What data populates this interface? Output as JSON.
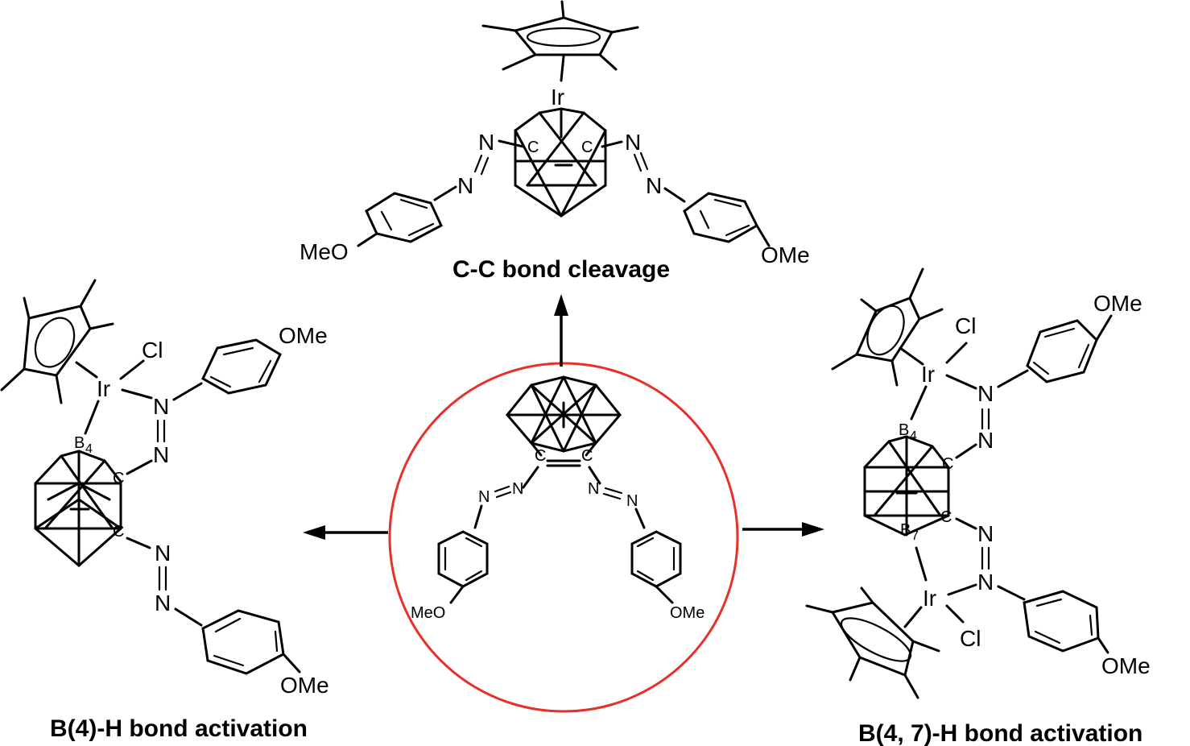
{
  "captions": {
    "top": "C-C bond cleavage",
    "left": "B(4)-H bond activation",
    "right": "B(4, 7)-H bond activation"
  },
  "labels": {
    "ir": "Ir",
    "cl": "Cl",
    "n": "N",
    "c": "C",
    "b": "B",
    "b4_sub": "4",
    "b7_sub": "7",
    "meo": "MeO",
    "ome": "OMe"
  },
  "colors": {
    "highlight_circle": "#e8302a",
    "ink": "#000000"
  }
}
